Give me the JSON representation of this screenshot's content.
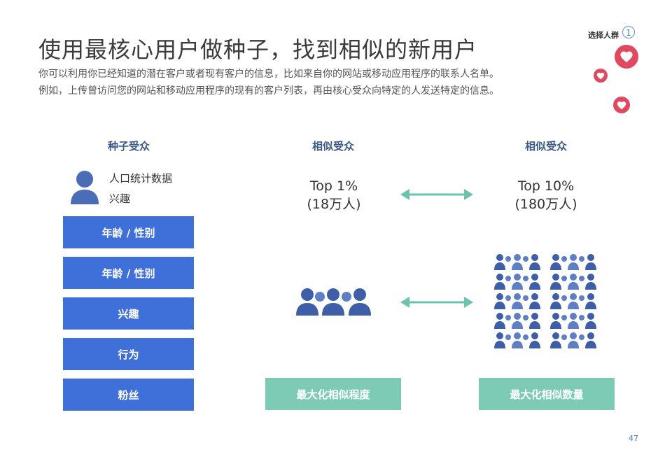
{
  "header": {
    "title": "使用最核心用户做种子，找到相似的新用户",
    "desc_line1": "你可以利用你已经知道的潜在客户或者现有客户的信息，比如来自你的网站或移动应用程序的联系人名单。",
    "desc_line2": "例如，上传曾访问您的网站和移动应用程序的现有的客户列表，再由核心受众向特定的人发送特定的信息。"
  },
  "corner": {
    "label": "选择人群",
    "step": "1"
  },
  "columns": {
    "seed_title": "种子受众",
    "similar_title_1": "相似受众",
    "similar_title_2": "相似受众"
  },
  "seed": {
    "line1": "人口统计数据",
    "line2": "兴趣",
    "boxes": [
      "年龄 / 性别",
      "年龄 / 性别",
      "兴趣",
      "行为",
      "粉丝"
    ]
  },
  "similar": {
    "top1_line1": "Top 1%",
    "top1_line2": "(18万人)",
    "top10_line1": "Top 10%",
    "top10_line2": "(180万人)"
  },
  "actions": {
    "maximize_similarity": "最大化相似程度",
    "maximize_quantity": "最大化相似数量"
  },
  "page_number": "47",
  "colors": {
    "blue_box": "#3f6fd9",
    "teal_box": "#7ecbb5",
    "person_icon": "#4a6db5",
    "arrow": "#6cc3ad",
    "heart_badge": "#e04a60"
  },
  "icons": {
    "person": "person-icon",
    "arrow": "double-arrow-icon",
    "heart": "heart-icon"
  }
}
